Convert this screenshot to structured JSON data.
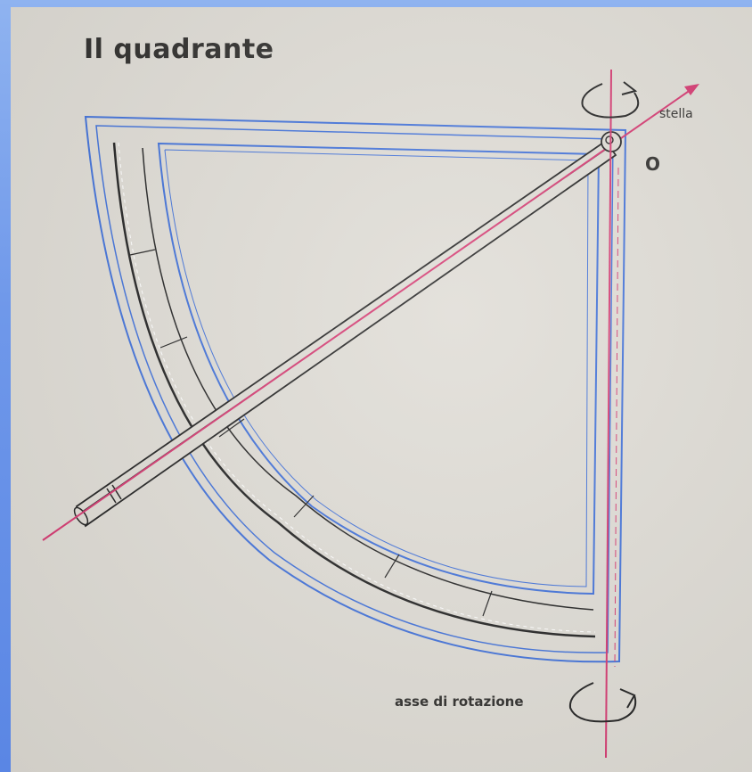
{
  "title": "Il quadrante",
  "labels": {
    "star": "stella",
    "origin": "O",
    "rotation_axis": "asse di rotazione"
  },
  "colors": {
    "paper": "#dedbd4",
    "frame_blue": "#3d6ed8",
    "ink": "#1e1e1e",
    "sightline_red": "#d4356e",
    "background_blue": "#6f98ea"
  }
}
